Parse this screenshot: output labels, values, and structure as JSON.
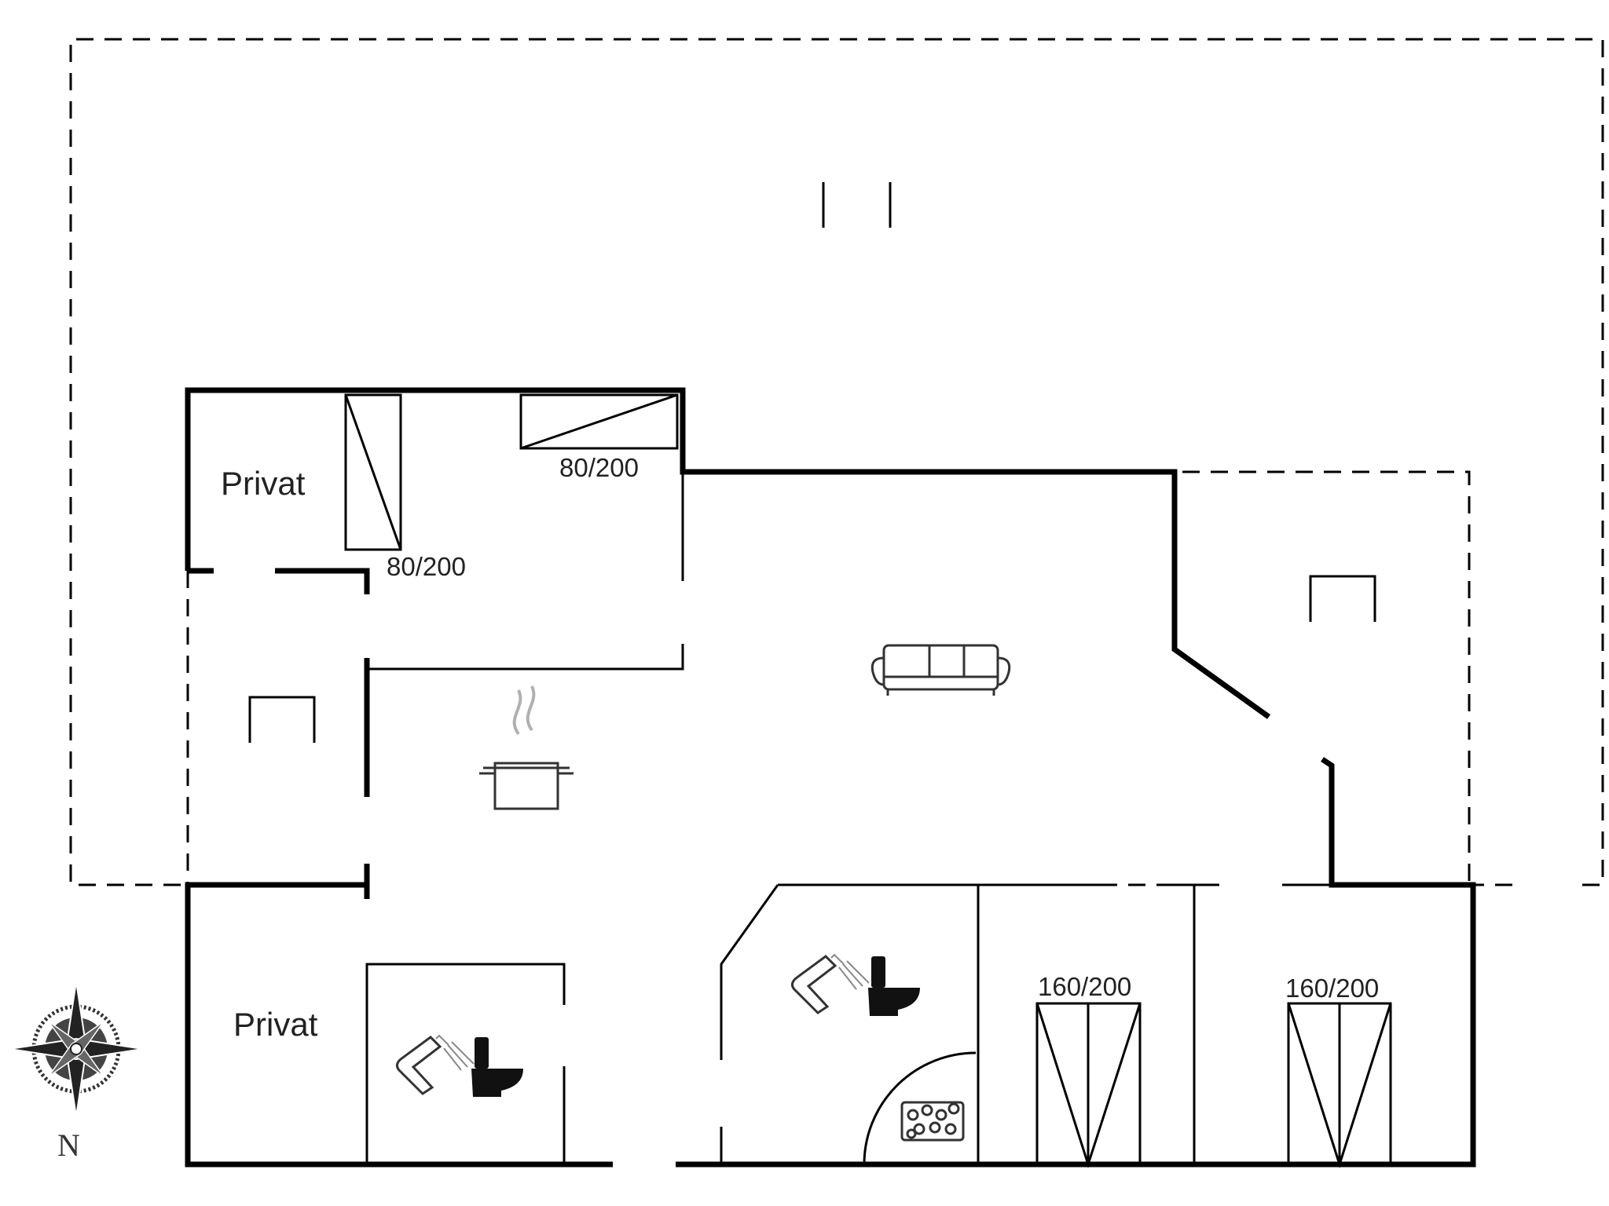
{
  "rooms": {
    "top_left": "Privat",
    "bottom_left": "Privat"
  },
  "beds": {
    "vertical_single": "80/200",
    "horizontal_single": "80/200",
    "double_left": "160/200",
    "double_right": "160/200"
  },
  "compass": {
    "north_label": "N"
  },
  "colors": {
    "walls": "#000000",
    "background": "#ffffff",
    "fixtures": "#333333"
  },
  "icons": [
    "sofa-icon",
    "cooking-pot-icon",
    "shower-icon",
    "toilet-icon",
    "whirlpool-icon",
    "compass-rose-icon"
  ]
}
